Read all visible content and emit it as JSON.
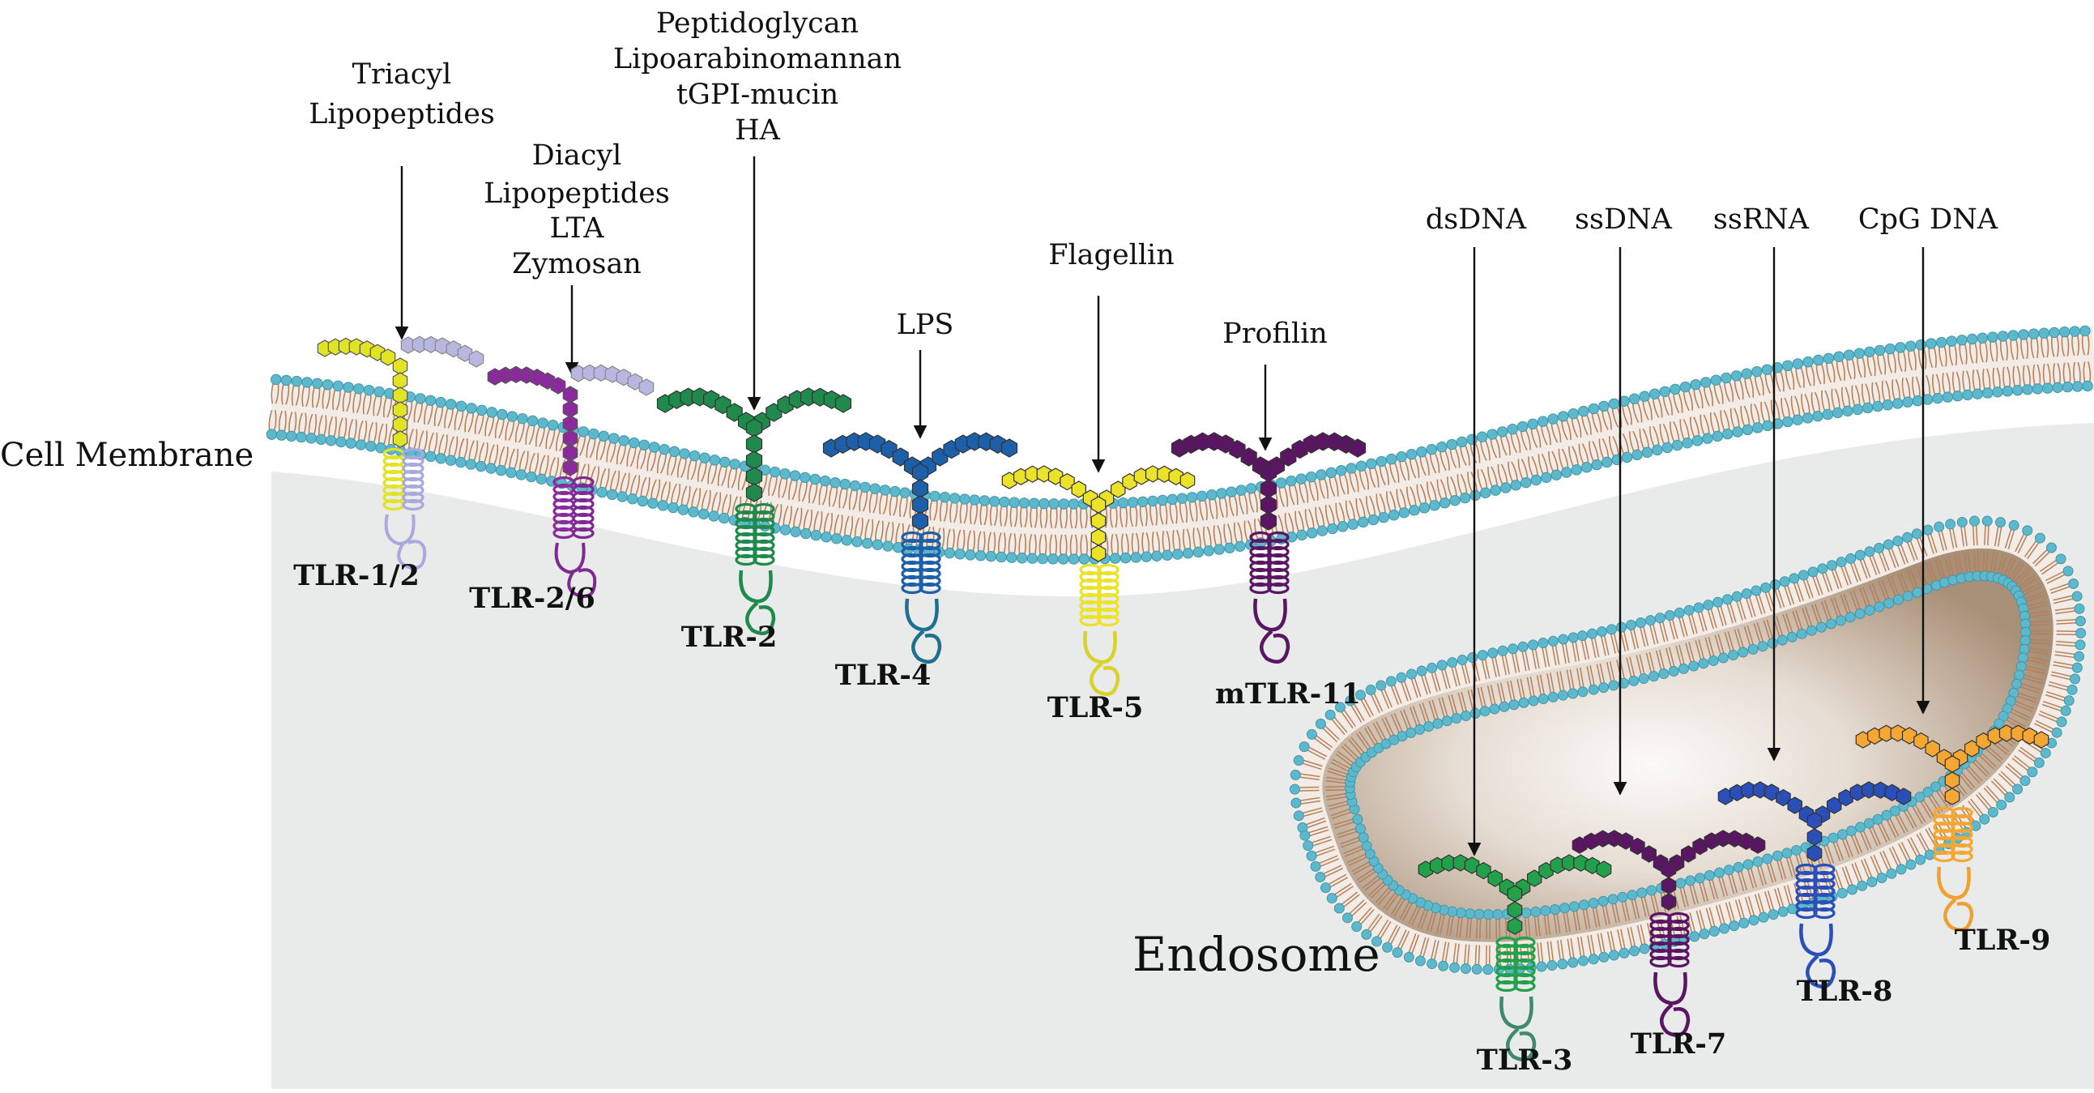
{
  "regions": {
    "cell_membrane": "Cell Membrane",
    "endosome": "Endosome"
  },
  "receptors": [
    {
      "id": "tlr12",
      "label": "TLR-1/2",
      "ligands": [
        "Triacyl",
        "Lipopeptides"
      ],
      "color": "#e2e325",
      "color2": "#b7b7e0",
      "outline": "#a9a9dd",
      "dimer": true
    },
    {
      "id": "tlr26",
      "label": "TLR-2/6",
      "ligands": [
        "Diacyl",
        "Lipopeptides",
        "LTA",
        "Zymosan"
      ],
      "color": "#8b2a9d",
      "color2": "#b7b7e0",
      "outline": "#7e2a92",
      "dimer": true
    },
    {
      "id": "tlr2",
      "label": "TLR-2",
      "ligands": [
        "Peptidoglycan",
        "Lipoarabinomannan",
        "tGPI-mucin",
        "HA"
      ],
      "color": "#1f8a4c",
      "color2": "#1f8a4c",
      "outline": "#1f8a4c",
      "dimer": false
    },
    {
      "id": "tlr4",
      "label": "TLR-4",
      "ligands": [
        "LPS"
      ],
      "color": "#1d5fa8",
      "color2": "#1d5fa8",
      "outline": "#1f6f8e",
      "dimer": false
    },
    {
      "id": "tlr5",
      "label": "TLR-5",
      "ligands": [
        "Flagellin"
      ],
      "color": "#ebe22a",
      "color2": "#ebe22a",
      "outline": "#d9d22a",
      "dimer": false
    },
    {
      "id": "mtlr11",
      "label": "mTLR-11",
      "ligands": [
        "Profilin"
      ],
      "color": "#5a1563",
      "color2": "#5a1563",
      "outline": "#5a1563",
      "dimer": false
    },
    {
      "id": "tlr3",
      "label": "TLR-3",
      "ligands": [
        "dsDNA"
      ],
      "color": "#23a04a",
      "color2": "#23a04a",
      "outline": "#3f8a6b",
      "dimer": false
    },
    {
      "id": "tlr7",
      "label": "TLR-7",
      "ligands": [
        "ssDNA"
      ],
      "color": "#5a1563",
      "color2": "#5a1563",
      "outline": "#5a1563",
      "dimer": false
    },
    {
      "id": "tlr8",
      "label": "TLR-8",
      "ligands": [
        "ssRNA"
      ],
      "color": "#2a4fb8",
      "color2": "#2a4fb8",
      "outline": "#2a4fb8",
      "dimer": false
    },
    {
      "id": "tlr9",
      "label": "TLR-9",
      "ligands": [
        "CpG DNA"
      ],
      "color": "#f5a733",
      "color2": "#f5a733",
      "outline": "#f0a030",
      "dimer": false
    }
  ],
  "colors": {
    "lipid_head": "#5db8cc",
    "lipid_tail": "#b5805a",
    "cytoplasm": "#e9eaea",
    "endosome_lumen": "#bea890"
  }
}
